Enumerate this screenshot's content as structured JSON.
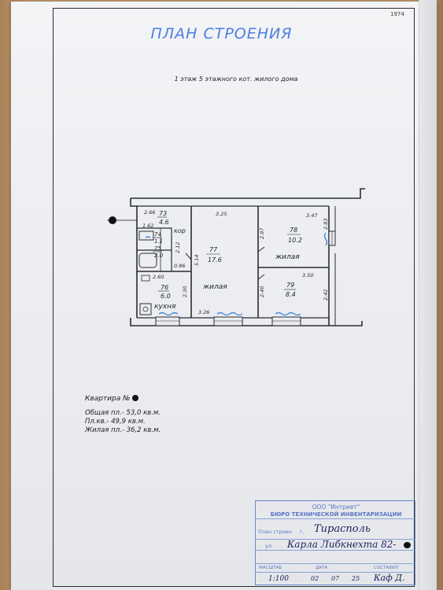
{
  "header": {
    "year": "1974",
    "title": "ПЛАН СТРОЕНИЯ",
    "subtitle": "1 этаж 5 этажного кот. жилого дома"
  },
  "rooms": [
    {
      "id": "r73",
      "number": "73",
      "area": "4.6",
      "label": "кор"
    },
    {
      "id": "r74",
      "number": "74",
      "area": "1.1"
    },
    {
      "id": "r75",
      "number": "75",
      "area": "2.0"
    },
    {
      "id": "r76",
      "number": "76",
      "area": "6.0",
      "label": "кухня"
    },
    {
      "id": "r77",
      "number": "77",
      "area": "17.6",
      "label": "жилая"
    },
    {
      "id": "r78",
      "number": "78",
      "area": "10.2",
      "label": "жилая"
    },
    {
      "id": "r79",
      "number": "79",
      "area": "8.4"
    }
  ],
  "dimensions": {
    "d1": "2.66",
    "d2": "1.62",
    "d3": "3.25",
    "d4": "3.47",
    "d5": "2.97",
    "d6": "2.83",
    "d7": "2.12",
    "d8": "5.14",
    "d9": "0.96",
    "d10": "2.60",
    "d11": "2.30",
    "d12": "3.26",
    "d13": "2.40",
    "d14": "3.50",
    "d15": "2.42"
  },
  "apartment": {
    "title": "Квартира №",
    "total": "Общая пл.- 53,0 кв.м.",
    "flat": "Пл.кв.- 49,9 кв.м.",
    "living": "Жилая пл.- 36,2 кв.м."
  },
  "stamp": {
    "org": "ООО \"Интриет\"",
    "bureau": "БЮРО ТЕХНИЧЕСКОЙ ИНВЕНТАРИЗАЦИИ",
    "plan_label": "План строен",
    "city_prefix": "г.",
    "city": "Тирасполь",
    "street_label": "ул.",
    "street": "Карла Либкнехта 82-",
    "scale_label": "МАСШТАБ",
    "date_label": "ДАТА",
    "author_label": "СОСТАВИЛ",
    "scale": "1:100",
    "day": "02",
    "month": "07",
    "year": "25",
    "author": "Каф Д."
  },
  "colors": {
    "title": "#4d7ee0",
    "stamp": "#5a75c4",
    "ink": "#1c1f5a"
  }
}
